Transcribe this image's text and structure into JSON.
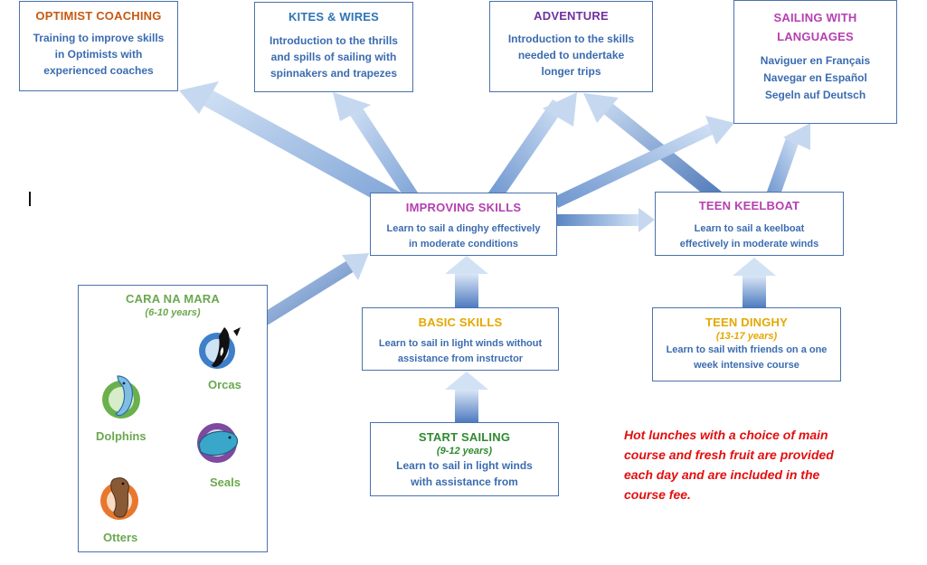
{
  "colors": {
    "border": "#4a72ad",
    "description": "#3b6cb0",
    "arrow_light": "#c9dbf2",
    "arrow_dark": "#5b86c4",
    "optimist": "#c55a11",
    "kites": "#2e74b5",
    "adventure": "#7030a0",
    "languages": "#b540b0",
    "improving": "#b540b0",
    "keelboat": "#b540b0",
    "basic": "#e3a800",
    "teen_dinghy": "#e3a800",
    "start": "#2f8a2f",
    "cara": "#6aa84f",
    "note": "#e30f0f"
  },
  "optimist": {
    "title": "OPTIMIST COACHING",
    "lines": [
      "Training to improve skills",
      "in Optimists with",
      "experienced coaches"
    ]
  },
  "kites": {
    "title": "KITES & WIRES",
    "lines": [
      "Introduction to the thrills",
      "and spills of sailing with",
      "spinnakers and trapezes"
    ]
  },
  "adventure": {
    "title": "ADVENTURE",
    "lines": [
      "Introduction to the skills",
      "needed to undertake",
      "longer trips"
    ]
  },
  "languages": {
    "title_lines": [
      "SAILING WITH",
      "LANGUAGES"
    ],
    "lines": [
      "Naviguer en Français",
      "Navegar en Español",
      "Segeln auf Deutsch"
    ]
  },
  "improving": {
    "title": "IMPROVING SKILLS",
    "lines": [
      "Learn to sail a dinghy effectively",
      "in moderate conditions"
    ]
  },
  "keelboat": {
    "title": "TEEN KEELBOAT",
    "lines": [
      "Learn to sail a keelboat",
      "effectively in moderate winds"
    ]
  },
  "basic": {
    "title": "BASIC SKILLS",
    "lines": [
      "Learn to sail in light winds without",
      "assistance  from instructor"
    ]
  },
  "teen_dinghy": {
    "title": "TEEN DINGHY",
    "sub": "(13-17 years)",
    "lines": [
      "Learn to sail with friends on a one",
      "week intensive course"
    ]
  },
  "start": {
    "title": "START SAILING",
    "sub": "(9-12 years)",
    "lines": [
      "Learn to sail in light winds",
      "with assistance from"
    ]
  },
  "cara": {
    "title": "CARA NA MARA",
    "sub": "(6-10 years)",
    "badge_text": "CARA NA MARA",
    "groups": [
      {
        "name": "Orcas",
        "icon": "orca-icon",
        "color": "#3f7fc9"
      },
      {
        "name": "Dolphins",
        "icon": "dolphin-icon",
        "color": "#6ab04c"
      },
      {
        "name": "Seals",
        "icon": "seal-icon",
        "color": "#7d4aa0"
      },
      {
        "name": "Otters",
        "icon": "otter-icon",
        "color": "#e8772e"
      }
    ]
  },
  "note": {
    "lines": [
      "Hot lunches with a choice of main",
      "course and fresh fruit are provided",
      "each day and are included in the",
      "course fee."
    ]
  }
}
